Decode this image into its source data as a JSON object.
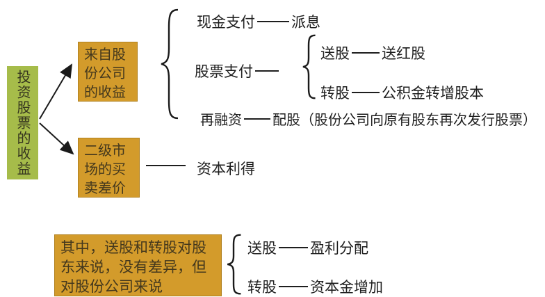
{
  "colors": {
    "root_box_green": "#A6BC4A",
    "branch_box_orange": "#D39B2B",
    "line_black": "#1e1e1e"
  },
  "root_box": {
    "label": "投资股票的收益"
  },
  "branches": [
    {
      "box_label": "来自股份公司的收益"
    },
    {
      "box_label": "二级市场的买卖差价"
    }
  ],
  "branch1_items": {
    "cash": {
      "left": "现金支付",
      "right": "派息"
    },
    "stock": {
      "left": "股票支付",
      "sub": [
        {
          "left": "送股",
          "right": "送红股"
        },
        {
          "left": "转股",
          "right": "公积金转增股本"
        }
      ]
    },
    "refinance": {
      "left": "再融资",
      "right": "配股（股份公司向原有股东再次发行股票）"
    }
  },
  "branch2_item": {
    "label": "资本利得"
  },
  "note": {
    "box_label": "其中，送股和转股对股东来说，没有差异，但对股份公司来说",
    "items": [
      {
        "left": "送股",
        "right": "盈利分配"
      },
      {
        "left": "转股",
        "right": "资本金增加"
      }
    ]
  }
}
